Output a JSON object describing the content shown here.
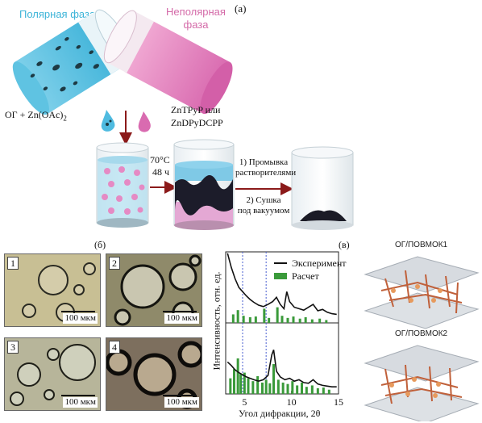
{
  "panel_a": {
    "label": "(а)",
    "polar_phase": "Полярная фаза",
    "nonpolar_phase": "Неполярная\nфаза",
    "reagent_left": "ОГ + Zn(OAc)",
    "reagent_left_sub": "2",
    "reagent_right": "ZnTPyP или\nZnDPyDCPP",
    "temperature": "70°C",
    "duration": "48 ч",
    "step1": "1) Промывка\nрастворителями",
    "step2": "2) Сушка\nпод вакуумом"
  },
  "panel_b": {
    "label": "(б)",
    "photos": [
      {
        "num": "1",
        "scale": "100 мкм"
      },
      {
        "num": "2",
        "scale": "100 мкм"
      },
      {
        "num": "3",
        "scale": "100 мкм"
      },
      {
        "num": "4",
        "scale": "100 мкм"
      }
    ]
  },
  "panel_c": {
    "label": "(в)",
    "mol1": "ОГ/ПОВМОК1",
    "mol2": "ОГ/ПОВМОК2",
    "colors": {
      "experiment": "#111111",
      "calc": "#3a9a3a",
      "dashed": "#4a5fd0"
    }
  },
  "chart_data": {
    "type": "line",
    "xlabel": "Угол дифракции, 2θ",
    "ylabel": "Интенсивность, отн. ед.",
    "xlim": [
      3,
      15
    ],
    "xticks": [
      "5",
      "10",
      "15"
    ],
    "legend": {
      "position": "top-right",
      "experiment": "Эксперимент",
      "calc": "Расчет"
    },
    "dashed_lines_x": [
      4.8,
      7.3
    ],
    "panels": [
      {
        "name": "ОГ/ПОВМОК1",
        "experiment": [
          [
            3.2,
            0.98
          ],
          [
            3.6,
            0.78
          ],
          [
            4.0,
            0.62
          ],
          [
            4.4,
            0.5
          ],
          [
            4.8,
            0.44
          ],
          [
            5.2,
            0.38
          ],
          [
            5.6,
            0.33
          ],
          [
            6.0,
            0.29
          ],
          [
            6.5,
            0.25
          ],
          [
            7.0,
            0.23
          ],
          [
            7.5,
            0.26
          ],
          [
            8.0,
            0.3
          ],
          [
            8.4,
            0.36
          ],
          [
            8.8,
            0.26
          ],
          [
            9.2,
            0.2
          ],
          [
            9.5,
            0.44
          ],
          [
            9.8,
            0.3
          ],
          [
            10.3,
            0.22
          ],
          [
            10.8,
            0.2
          ],
          [
            11.3,
            0.18
          ],
          [
            11.8,
            0.22
          ],
          [
            12.3,
            0.26
          ],
          [
            12.8,
            0.17
          ],
          [
            13.3,
            0.19
          ],
          [
            13.8,
            0.15
          ],
          [
            14.3,
            0.13
          ],
          [
            14.8,
            0.12
          ]
        ],
        "calc": [
          [
            3.8,
            0.12
          ],
          [
            4.3,
            0.18
          ],
          [
            4.9,
            0.1
          ],
          [
            5.6,
            0.08
          ],
          [
            6.2,
            0.09
          ],
          [
            7.1,
            0.2
          ],
          [
            7.6,
            0.07
          ],
          [
            8.5,
            0.22
          ],
          [
            9.0,
            0.1
          ],
          [
            9.6,
            0.07
          ],
          [
            10.2,
            0.09
          ],
          [
            10.9,
            0.06
          ],
          [
            11.5,
            0.08
          ],
          [
            12.2,
            0.05
          ],
          [
            13.0,
            0.06
          ],
          [
            13.7,
            0.04
          ]
        ]
      },
      {
        "name": "ОГ/ПОВМОК2",
        "experiment": [
          [
            3.2,
            0.45
          ],
          [
            3.6,
            0.4
          ],
          [
            4.0,
            0.34
          ],
          [
            4.4,
            0.3
          ],
          [
            4.8,
            0.27
          ],
          [
            5.2,
            0.24
          ],
          [
            5.6,
            0.22
          ],
          [
            6.0,
            0.2
          ],
          [
            6.5,
            0.18
          ],
          [
            7.0,
            0.2
          ],
          [
            7.5,
            0.26
          ],
          [
            7.9,
            0.55
          ],
          [
            8.1,
            0.62
          ],
          [
            8.4,
            0.32
          ],
          [
            8.8,
            0.24
          ],
          [
            9.3,
            0.2
          ],
          [
            9.8,
            0.22
          ],
          [
            10.3,
            0.18
          ],
          [
            10.8,
            0.2
          ],
          [
            11.3,
            0.16
          ],
          [
            11.8,
            0.15
          ],
          [
            12.3,
            0.2
          ],
          [
            12.8,
            0.14
          ],
          [
            13.3,
            0.12
          ],
          [
            13.8,
            0.11
          ],
          [
            14.3,
            0.1
          ],
          [
            14.8,
            0.1
          ]
        ],
        "calc": [
          [
            3.5,
            0.22
          ],
          [
            3.9,
            0.35
          ],
          [
            4.3,
            0.5
          ],
          [
            4.6,
            0.28
          ],
          [
            5.0,
            0.3
          ],
          [
            5.4,
            0.22
          ],
          [
            5.9,
            0.18
          ],
          [
            6.4,
            0.25
          ],
          [
            6.9,
            0.16
          ],
          [
            7.3,
            0.2
          ],
          [
            7.7,
            0.15
          ],
          [
            8.1,
            0.42
          ],
          [
            8.6,
            0.2
          ],
          [
            9.1,
            0.16
          ],
          [
            9.6,
            0.14
          ],
          [
            10.1,
            0.18
          ],
          [
            10.6,
            0.12
          ],
          [
            11.1,
            0.16
          ],
          [
            11.6,
            0.1
          ],
          [
            12.2,
            0.12
          ],
          [
            12.8,
            0.08
          ],
          [
            13.4,
            0.09
          ],
          [
            14.0,
            0.06
          ]
        ]
      }
    ]
  }
}
